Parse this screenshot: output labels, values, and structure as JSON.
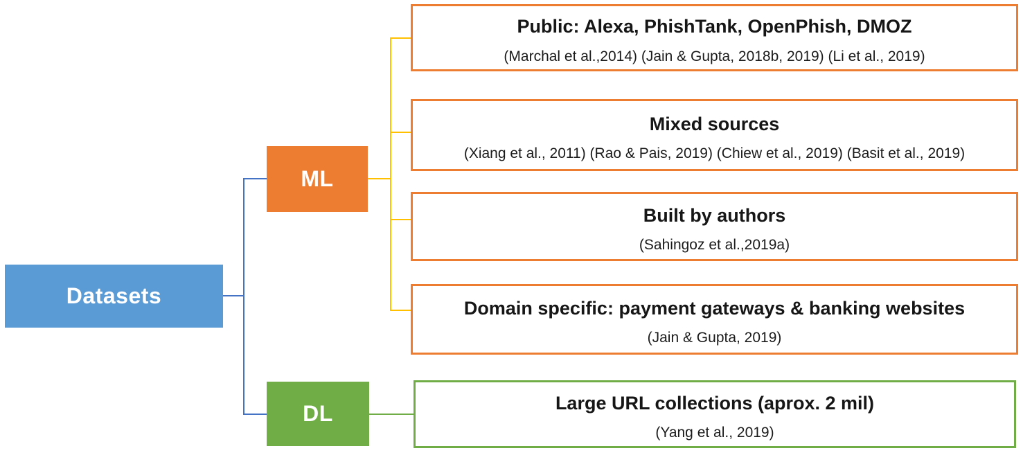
{
  "diagram": {
    "root": {
      "label": "Datasets"
    },
    "branches": {
      "ml": {
        "label": "ML"
      },
      "dl": {
        "label": "DL"
      }
    },
    "leaves": [
      {
        "branch": "ML",
        "title": "Public: Alexa, PhishTank, OpenPhish, DMOZ",
        "citation": "(Marchal et al.,2014) (Jain & Gupta, 2018b, 2019) (Li et al., 2019)"
      },
      {
        "branch": "ML",
        "title": "Mixed sources",
        "citation": "(Xiang et al., 2011) (Rao & Pais, 2019) (Chiew et al., 2019) (Basit et al., 2019)"
      },
      {
        "branch": "ML",
        "title": "Built by authors",
        "citation": "(Sahingoz et al.,2019a)"
      },
      {
        "branch": "ML",
        "title": "Domain specific: payment gateways & banking websites",
        "citation": "(Jain & Gupta, 2019)"
      },
      {
        "branch": "DL",
        "title": "Large URL collections (aprox. 2 mil)",
        "citation": "(Yang et al., 2019)"
      }
    ],
    "colors": {
      "root_fill": "#5B9BD5",
      "ml_fill": "#ED7D31",
      "dl_fill": "#70AD47",
      "ml_leaf_border": "#ED7D31",
      "dl_leaf_border": "#70AD47",
      "root_connector": "#4472C4",
      "ml_connector": "#FFC000",
      "dl_connector": "#70AD47",
      "text": "#161616"
    }
  }
}
